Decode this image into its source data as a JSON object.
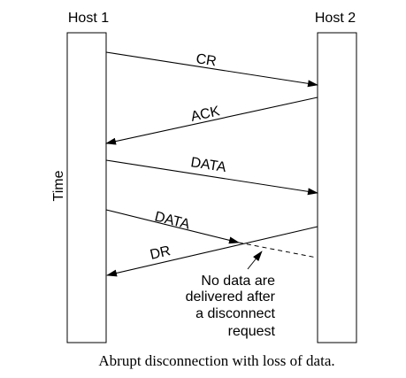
{
  "diagram": {
    "hosts": {
      "left": "Host 1",
      "right": "Host 2"
    },
    "axis_label": "Time",
    "messages": {
      "cr": "CR",
      "ack": "ACK",
      "data1": "DATA",
      "data2": "DATA",
      "dr": "DR"
    },
    "annotation": {
      "lines": [
        "No data are",
        "delivered after",
        "a disconnect",
        "request"
      ]
    },
    "caption": "Abrupt disconnection with loss of data."
  }
}
